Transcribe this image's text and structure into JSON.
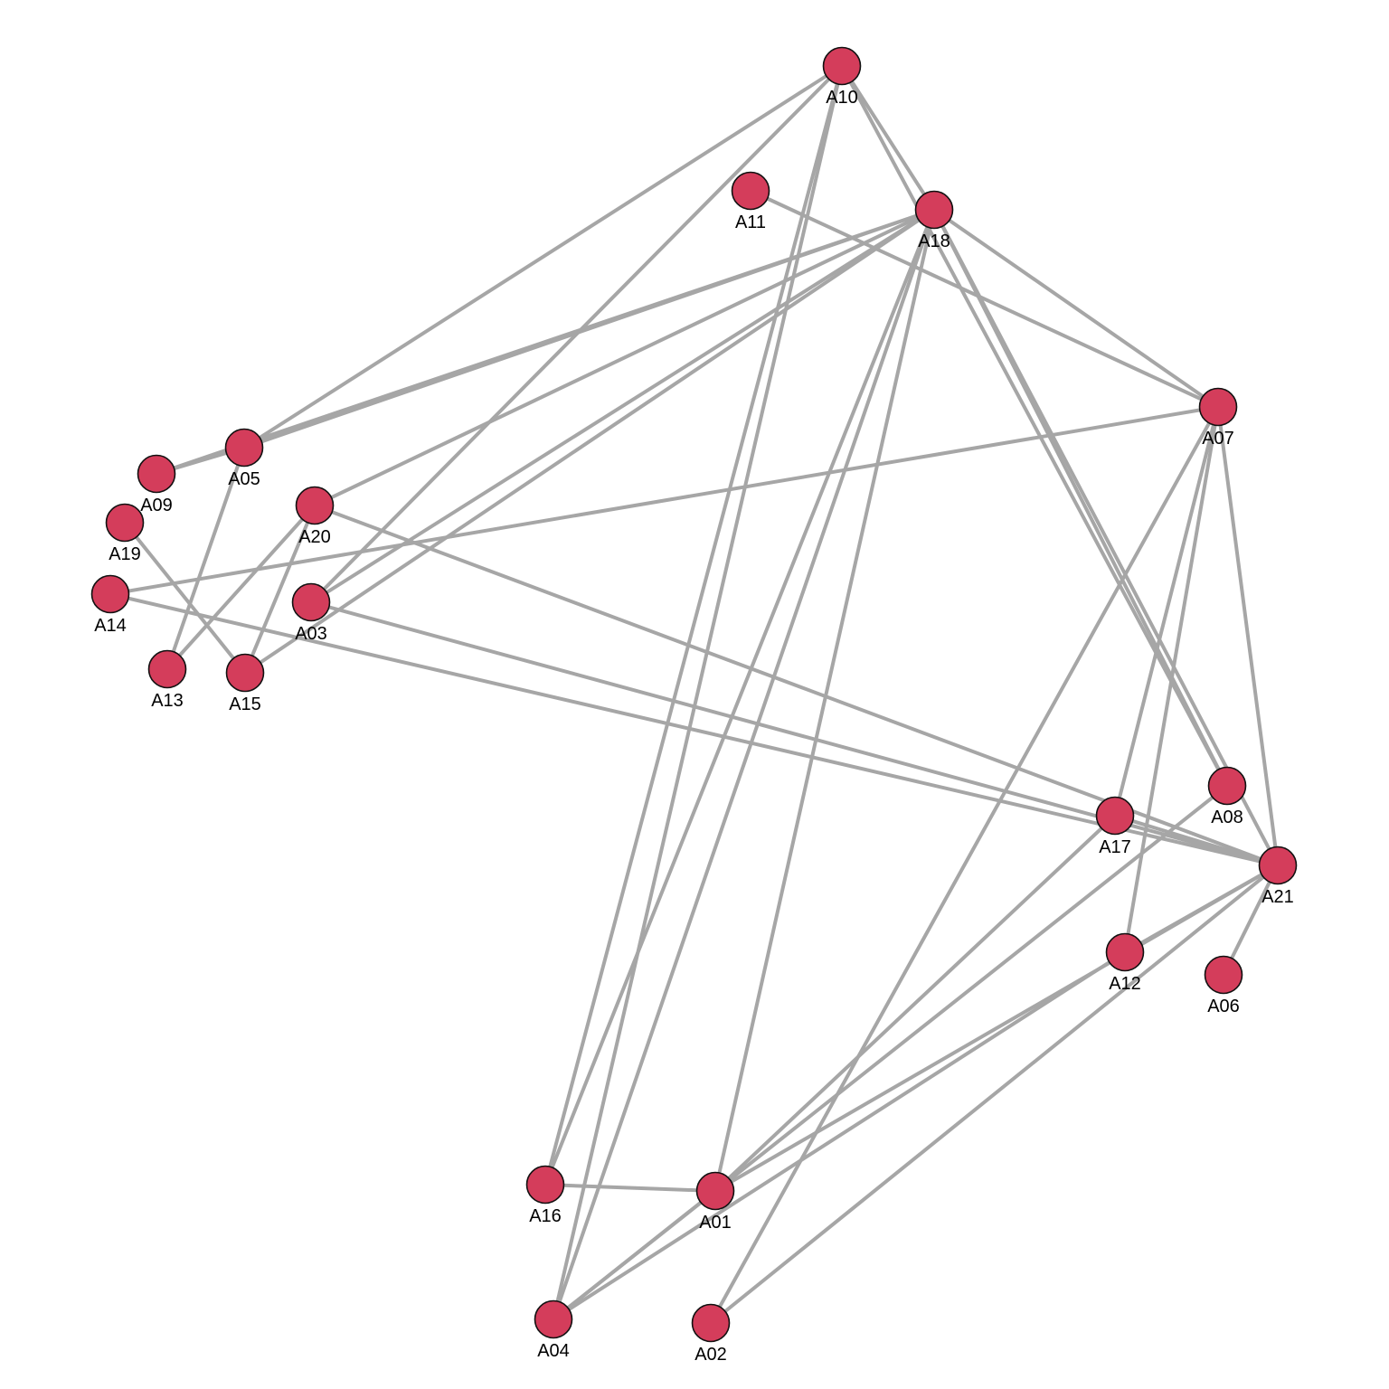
{
  "graph": {
    "node_color": "#d43d5b",
    "edge_color": "#a6a6a6",
    "nodes": [
      {
        "id": "A01",
        "label": "A01"
      },
      {
        "id": "A02",
        "label": "A02"
      },
      {
        "id": "A03",
        "label": "A03"
      },
      {
        "id": "A04",
        "label": "A04"
      },
      {
        "id": "A05",
        "label": "A05"
      },
      {
        "id": "A06",
        "label": "A06"
      },
      {
        "id": "A07",
        "label": "A07"
      },
      {
        "id": "A08",
        "label": "A08"
      },
      {
        "id": "A09",
        "label": "A09"
      },
      {
        "id": "A10",
        "label": "A10"
      },
      {
        "id": "A11",
        "label": "A11"
      },
      {
        "id": "A12",
        "label": "A12"
      },
      {
        "id": "A13",
        "label": "A13"
      },
      {
        "id": "A14",
        "label": "A14"
      },
      {
        "id": "A15",
        "label": "A15"
      },
      {
        "id": "A16",
        "label": "A16"
      },
      {
        "id": "A17",
        "label": "A17"
      },
      {
        "id": "A18",
        "label": "A18"
      },
      {
        "id": "A19",
        "label": "A19"
      },
      {
        "id": "A20",
        "label": "A20"
      },
      {
        "id": "A21",
        "label": "A21"
      }
    ],
    "edges": [
      [
        "A10",
        "A05"
      ],
      [
        "A10",
        "A03"
      ],
      [
        "A10",
        "A18"
      ],
      [
        "A10",
        "A08"
      ],
      [
        "A10",
        "A16"
      ],
      [
        "A10",
        "A04"
      ],
      [
        "A11",
        "A07"
      ],
      [
        "A18",
        "A05"
      ],
      [
        "A18",
        "A09"
      ],
      [
        "A18",
        "A20"
      ],
      [
        "A18",
        "A03"
      ],
      [
        "A18",
        "A15"
      ],
      [
        "A18",
        "A07"
      ],
      [
        "A18",
        "A08"
      ],
      [
        "A18",
        "A21"
      ],
      [
        "A18",
        "A16"
      ],
      [
        "A18",
        "A04"
      ],
      [
        "A18",
        "A01"
      ],
      [
        "A07",
        "A14"
      ],
      [
        "A07",
        "A02"
      ],
      [
        "A07",
        "A17"
      ],
      [
        "A07",
        "A12"
      ],
      [
        "A07",
        "A21"
      ],
      [
        "A05",
        "A09"
      ],
      [
        "A05",
        "A13"
      ],
      [
        "A19",
        "A15"
      ],
      [
        "A14",
        "A21"
      ],
      [
        "A20",
        "A13"
      ],
      [
        "A20",
        "A15"
      ],
      [
        "A20",
        "A21"
      ],
      [
        "A03",
        "A21"
      ],
      [
        "A17",
        "A21"
      ],
      [
        "A17",
        "A01"
      ],
      [
        "A08",
        "A04"
      ],
      [
        "A21",
        "A12"
      ],
      [
        "A21",
        "A06"
      ],
      [
        "A21",
        "A01"
      ],
      [
        "A21",
        "A02"
      ],
      [
        "A12",
        "A04"
      ],
      [
        "A16",
        "A01"
      ],
      [
        "A01",
        "A04"
      ]
    ]
  }
}
